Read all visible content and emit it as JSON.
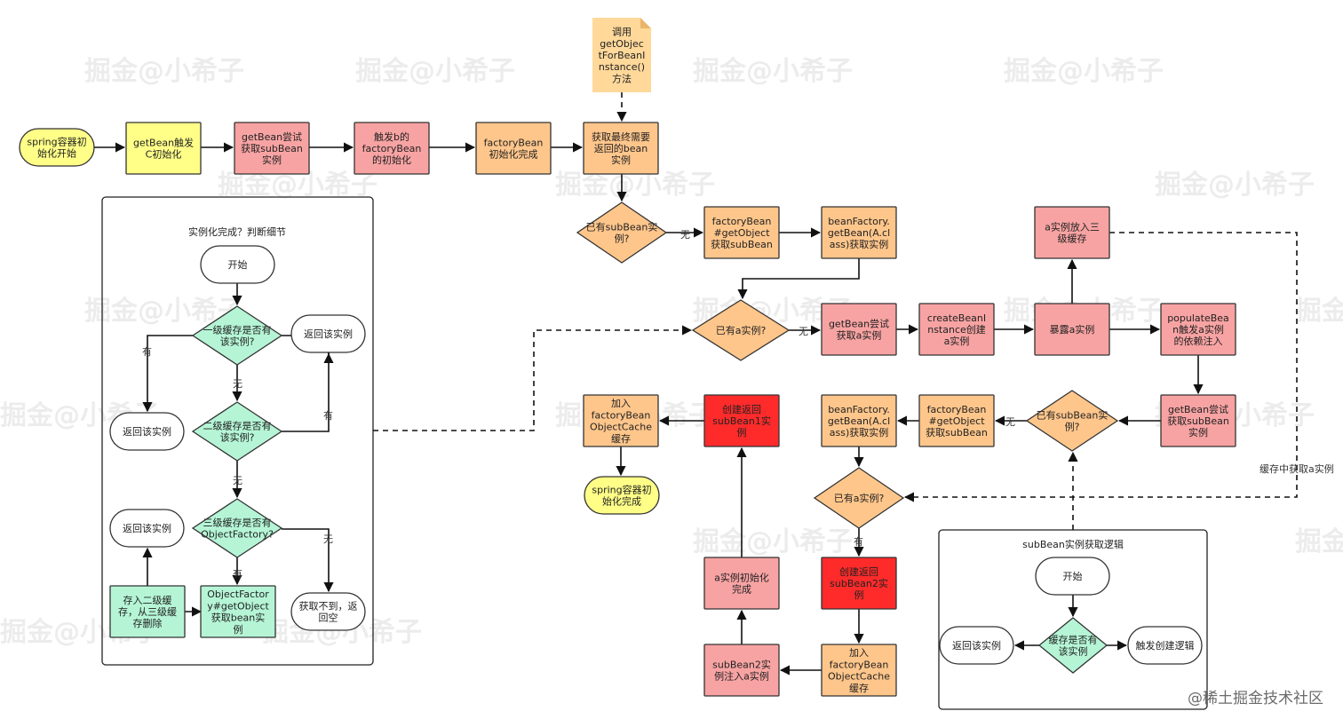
{
  "watermark": "掘金@小希子",
  "footer": "@稀土掘金技术社区",
  "colors": {
    "yellow": "#ffff88",
    "orange": "#ffc68b",
    "salmon": "#f8a3a3",
    "red": "#ff2a2a",
    "mint": "#b5f5d6",
    "white": "#ffffff",
    "note": "#ffd89a",
    "stroke": "#333333"
  },
  "labels": {
    "no": "无",
    "yes": "有",
    "cache_get_a": "缓存中获取a实例"
  },
  "panels": {
    "left_title": "实例化完成？判断细节",
    "right_title": "subBean实例获取逻辑"
  },
  "nodes": {
    "start": "spring容器初始化开始",
    "getbean_c": "getBean触发C初始化",
    "getbean_sub": "getBean尝试获取subBean实例",
    "trigger_b": "触发b的factoryBean的初始化",
    "fb_done": "factoryBean初始化完成",
    "note_call": "调用getObjectForBeanInstance()方法",
    "final_bean": "获取最终需要返回的bean实例",
    "has_sub1": "已有subBean实例?",
    "fb_getobj1": "factoryBean#getObject获取subBean",
    "bf_geta1": "beanFactory.getBean(A.class)获取实例",
    "has_a1": "已有a实例?",
    "getbean_a": "getBean尝试获取a实例",
    "create_a": "createBeanInstance创建a实例",
    "expose_a": "暴露a实例",
    "a_to_l3": "a实例放入三级缓存",
    "populate_a": "populateBean触发a实例的依赖注入",
    "getbean_sub2": "getBean尝试获取subBean实例",
    "has_sub2": "已有subBean实例?",
    "fb_getobj2": "factoryBean#getObject获取subBean",
    "bf_geta2": "beanFactory.getBean(A.class)获取实例",
    "has_a2": "已有a实例?",
    "create_sub2": "创建返回subBean2实例",
    "add_cache2": "加入factoryBeanObjectCache缓存",
    "inject_sub2": "subBean2实例注入a实例",
    "a_done": "a实例初始化完成",
    "create_sub1": "创建返回subBean1实例",
    "add_cache1": "加入factoryBeanObjectCache缓存",
    "end": "spring容器初始化完成",
    "l_start": "开始",
    "l_q1": "一级缓存是否有该实例?",
    "l_ret_right": "返回该实例",
    "l_ret_left": "返回该实例",
    "l_q2": "二级缓存是否有该实例?",
    "l_q3": "三级缓存是否有ObjectFactory?",
    "l_ret_mid": "返回该实例",
    "l_move": "存入二级缓存，从三级缓存删除",
    "l_of": "ObjectFactory#getObject获取bean实例",
    "l_none": "获取不到，返回空",
    "r_start": "开始",
    "r_q": "缓存是否有该实例",
    "r_ret": "返回该实例",
    "r_trigger": "触发创建逻辑"
  }
}
